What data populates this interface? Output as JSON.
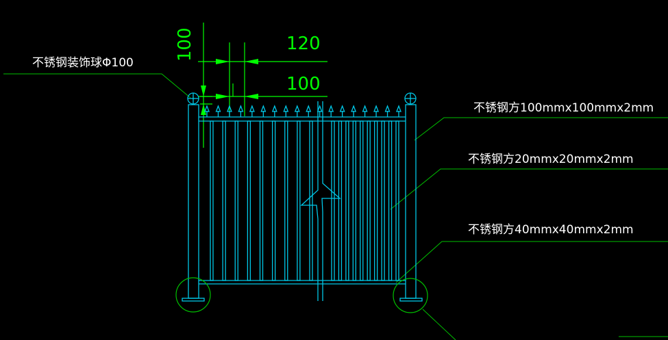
{
  "colors": {
    "background": "#000000",
    "fence": "#00c8e8",
    "leader": "#00c000",
    "dimension": "#00ff00",
    "text": "#ffffff"
  },
  "labels": {
    "ball": "不锈钢装饰球Φ100",
    "post": "不锈钢方100mmx100mmx2mm",
    "bar20": "不锈钢方20mmx20mmx2mm",
    "bar40": "不锈钢方40mmx40mmx2mm"
  },
  "dimensions": {
    "height": "100",
    "top_width": "120",
    "inner_width": "100"
  },
  "fence": {
    "left_bar_count": 9,
    "right_bar_count": 10,
    "spike_count": 18
  }
}
